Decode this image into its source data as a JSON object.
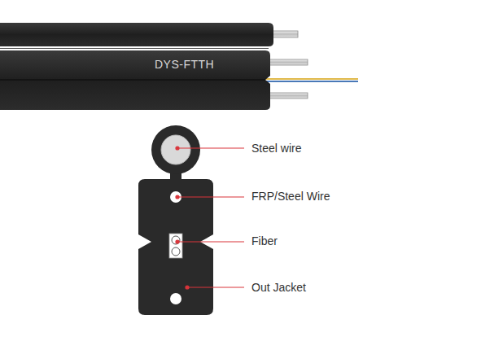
{
  "diagram": {
    "labels": [
      "DYS-FTTH",
      "Steel wire",
      "FRP/Steel Wire",
      "Fiber",
      "Out Jacket"
    ]
  }
}
